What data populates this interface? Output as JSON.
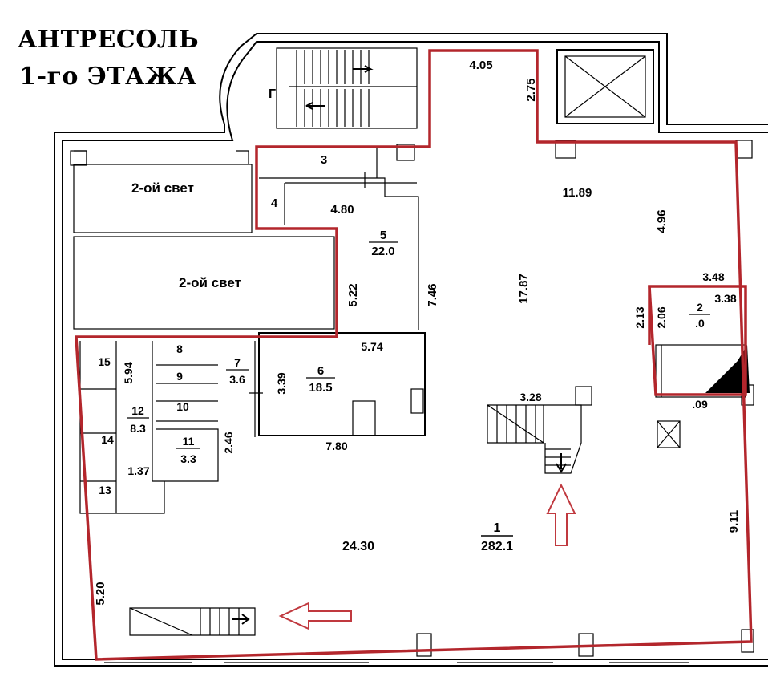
{
  "title": {
    "line1": "АНТРЕСОЛЬ",
    "line2": "1-го ЭТАЖА"
  },
  "colors": {
    "outline": "#b3262c",
    "arrow": "#c0393f",
    "walls": "#000000"
  },
  "stair_label": "Г",
  "second_light": "2-ой свет",
  "dimensions": {
    "d405": "4.05",
    "d275": "2.75",
    "d3": "3",
    "d1189": "11.89",
    "d4": "4",
    "d480": "4.80",
    "d496": "4.96",
    "d522": "5.22",
    "d746": "7.46",
    "d1787": "17.87",
    "d348": "3.48",
    "d338": "3.38",
    "d213": "2.13",
    "d206": "2.06",
    "d574": "5.74",
    "d339": "3.39",
    "d594": "5.94",
    "d328": "3.28",
    "d246": "2.46",
    "d780": "7.80",
    "d137": "1.37",
    "d2430": "24.30",
    "d911": "9.11",
    "d520": "5.20",
    "d09": ".09"
  },
  "rooms": [
    {
      "num": "1",
      "area": "282.1"
    },
    {
      "num": "2",
      "area": ".0"
    },
    {
      "num": "5",
      "area": "22.0"
    },
    {
      "num": "6",
      "area": "18.5"
    },
    {
      "num": "7",
      "area": "3.6"
    },
    {
      "num": "8"
    },
    {
      "num": "9"
    },
    {
      "num": "10"
    },
    {
      "num": "11",
      "area": "3.3"
    },
    {
      "num": "12",
      "area": "8.3"
    },
    {
      "num": "13"
    },
    {
      "num": "14"
    },
    {
      "num": "15"
    }
  ]
}
